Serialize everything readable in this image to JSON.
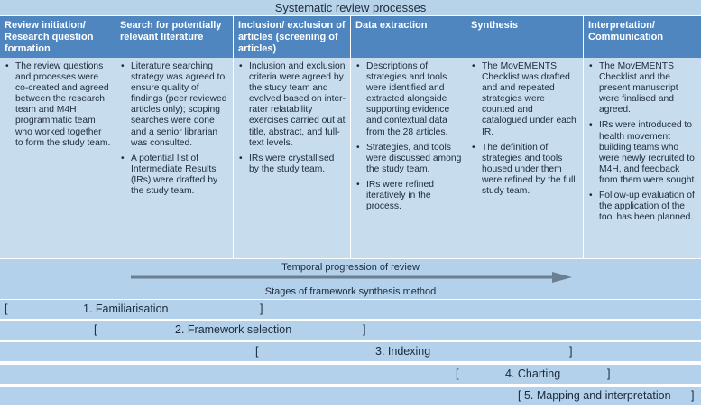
{
  "title": "Systematic review processes",
  "columns": [
    {
      "heading": "Review initiation/ Research question formation",
      "bullets": [
        "The review questions and processes were co-created and agreed between the research team and M4H programmatic team who worked together to form the study team."
      ]
    },
    {
      "heading": "Search for potentially relevant literature",
      "bullets": [
        "Literature searching strategy was agreed to ensure quality of findings (peer reviewed articles only); scoping searches were done and a senior librarian was consulted.",
        "A potential list of Intermediate Results (IRs) were drafted by the study team."
      ]
    },
    {
      "heading": "Inclusion/ exclusion of articles (screening of articles)",
      "bullets": [
        "Inclusion and exclusion criteria were agreed by the study team and evolved based on inter-rater relatability exercises carried out at title, abstract, and full-text levels.",
        "IRs were crystallised by the study team."
      ]
    },
    {
      "heading": "Data extraction",
      "bullets": [
        "Descriptions of strategies and tools were identified and extracted alongside supporting evidence and contextual data from the 28 articles.",
        "Strategies, and tools were discussed among the study team.",
        "IRs were refined iteratively in the process."
      ]
    },
    {
      "heading": "Synthesis",
      "bullets": [
        "The MovEMENTS Checklist was drafted and and repeated strategies were counted and catalogued under each IR.",
        "The definition of strategies and tools housed under them were refined by the full study team."
      ]
    },
    {
      "heading": "Interpretation/ Communication",
      "bullets": [
        "The MovEMENTS Checklist and the present manuscript were finalised and agreed.",
        "IRs were introduced to health movement building teams who were newly recruited to M4H, and feedback from them were sought.",
        "Follow-up evaluation of the application of the tool has been planned."
      ]
    }
  ],
  "temporal_label": "Temporal progression of review",
  "stages_label": "Stages of framework synthesis method",
  "stages": [
    {
      "open": "[",
      "label": "1. Familiarisation",
      "close": "]"
    },
    {
      "open": "[",
      "label": "2. Framework selection",
      "close": "]"
    },
    {
      "open": "[",
      "label": "3. Indexing",
      "close": "]"
    },
    {
      "open": "[",
      "label": "4. Charting",
      "close": "]"
    },
    {
      "open": "",
      "label": "[ 5. Mapping and interpretation",
      "close": "]"
    }
  ],
  "colors": {
    "header_blue": "#4f86c0",
    "body_blue": "#c7dced",
    "band_blue": "#b3d1ea",
    "arrow_gray": "#6b7f93"
  }
}
